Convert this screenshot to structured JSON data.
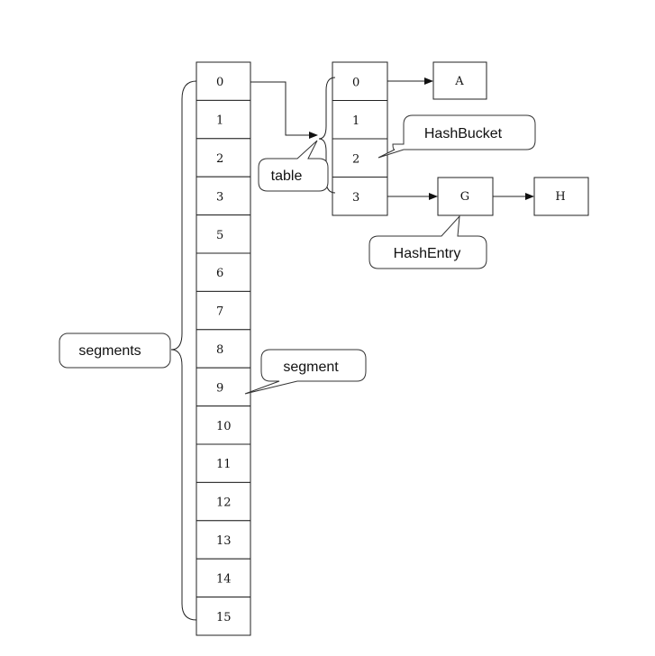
{
  "segments_array": {
    "cells": [
      "0",
      "1",
      "2",
      "3",
      "5",
      "6",
      "7",
      "8",
      "9",
      "10",
      "11",
      "12",
      "13",
      "14",
      "15"
    ]
  },
  "table_array": {
    "cells": [
      "0",
      "1",
      "2",
      "3"
    ]
  },
  "entries": {
    "a": "A",
    "g": "G",
    "h": "H"
  },
  "callouts": {
    "segments": "segments",
    "segment": "segment",
    "table": "table",
    "hash_bucket": "HashBucket",
    "hash_entry": "HashEntry"
  },
  "colors": {
    "stroke": "#222222",
    "background": "#ffffff"
  }
}
